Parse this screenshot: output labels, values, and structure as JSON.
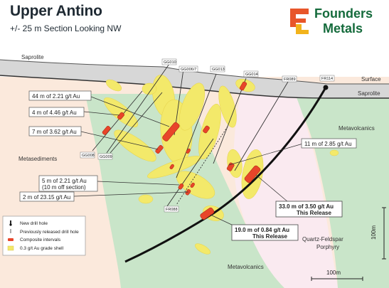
{
  "header": {
    "title": "Upper Antino",
    "subtitle": "+/- 25 m Section Looking NW"
  },
  "logo": {
    "line1": "Founders",
    "line2": "Metals",
    "colors": {
      "green": "#156b3c",
      "orange": "#e8562a",
      "gold": "#f2b31c"
    }
  },
  "units": {
    "saprolite_top": "Saprolite",
    "saprolite_right": "Saprolite",
    "surface": "Surface",
    "metasediments": "Metasediments",
    "metavolcanics_top": "Metavolcanics",
    "metavolcanics_bottom": "Metavolcanics",
    "porphyry_line1": "Quartz-Feldspar",
    "porphyry_line2": "Porphyry"
  },
  "holes": {
    "gg010": "GG010",
    "gg006": "GG006/7",
    "gg013": "GG013",
    "gg014": "GG014",
    "fr089": "FR089",
    "fr114": "FR114",
    "gg008": "GG008",
    "gg009": "GG009",
    "fr088": "FR088"
  },
  "intercepts": {
    "i44": "44 m of 2.21 g/t Au",
    "i4": "4 m of 4.46 g/t Au",
    "i7": "7 m of 3.62 g/t Au",
    "i5a": "5 m of 2.21 g/t Au",
    "i5b": "(10 m off section)",
    "i2": "2 m of 23.15 g/t Au",
    "i11": "11 m of 2.85 g/t Au",
    "r33a": "33.0 m of 3.50 g/t Au",
    "r33b": "This Release",
    "r19a": "19.0 m of 0.84 g/t Au",
    "r19b": "This Release"
  },
  "legend": {
    "new": "New drill hole",
    "prev": "Previously released drill hole",
    "comp": "Composite intervals",
    "shell": "0.3 g/t Au grade shell"
  },
  "scale": {
    "vertical": "100m",
    "horizontal": "100m"
  },
  "colors": {
    "saprolite": "#d7d7d7",
    "metasediments": "#fbe9dc",
    "metavolcanics": "#c9e5c9",
    "porphyry": "#faeaf0",
    "grade_shell": "#f3e96a",
    "composite": "#e8452a",
    "release_box": "#f6dc4a"
  }
}
